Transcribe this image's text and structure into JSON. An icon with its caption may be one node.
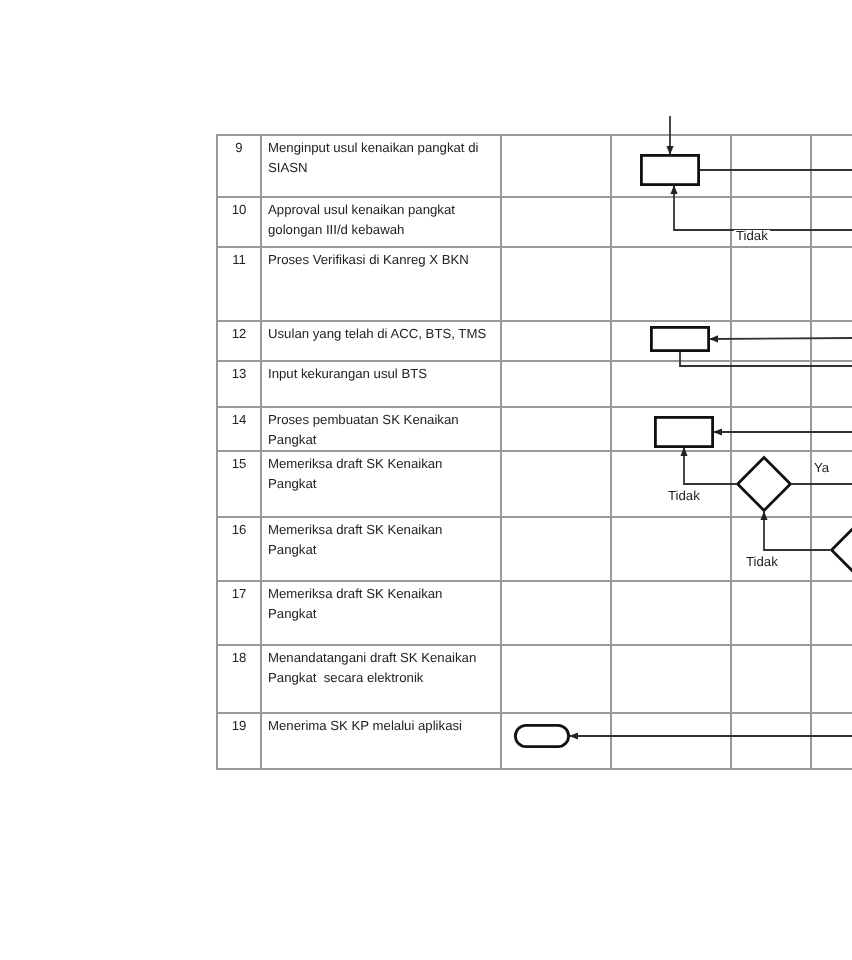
{
  "diagram": {
    "nodes": [
      {
        "text": [],
        "shape": "box"
      },
      {
        "text": [],
        "shape": "box"
      },
      {
        "text": [],
        "shape": "box"
      },
      {
        "text": [],
        "shape": "diamond"
      },
      {
        "text": [],
        "shape": "diamond"
      },
      {
        "text": [],
        "shape": "oval"
      }
    ],
    "edges": [
      {
        "from": null,
        "to": 0,
        "arrow": "to"
      },
      {
        "from": 0,
        "to": null,
        "arrow": "none"
      },
      {
        "from": null,
        "to": 0,
        "arrow": "to",
        "label": "Tidak"
      },
      {
        "from": null,
        "to": 1,
        "arrow": "to"
      },
      {
        "from": 1,
        "to": null,
        "arrow": "none"
      },
      {
        "from": null,
        "to": 2,
        "arrow": "to"
      },
      {
        "from": 3,
        "to": 2,
        "arrow": "to",
        "label": "Tidak"
      },
      {
        "from": 3,
        "to": null,
        "arrow": "none",
        "label": "Ya"
      },
      {
        "from": 4,
        "to": 3,
        "arrow": "to",
        "label": "Tidak"
      },
      {
        "from": null,
        "to": 5,
        "arrow": "to"
      }
    ],
    "labels": [
      "9",
      "Menginput usul kenaikan pangkat di SIASN",
      "10",
      "Approval usul kenaikan pangkat golongan III/d kebawah",
      "11",
      "Proses Verifikasi di Kanreg X BKN",
      "12",
      "Usulan yang telah di ACC, BTS, TMS",
      "13",
      "Input kekurangan usul BTS",
      "14",
      "Proses pembuatan SK Kenaikan Pangkat",
      "15",
      "Memeriksa draft SK Kenaikan Pangkat",
      "16",
      "Memeriksa draft SK Kenaikan Pangkat",
      "17",
      "Memeriksa draft SK Kenaikan Pangkat",
      "18",
      "Menandatangani draft SK Kenaikan Pangkat  secara elektronik",
      "19",
      "Menerima SK KP melalui aplikasi"
    ]
  }
}
